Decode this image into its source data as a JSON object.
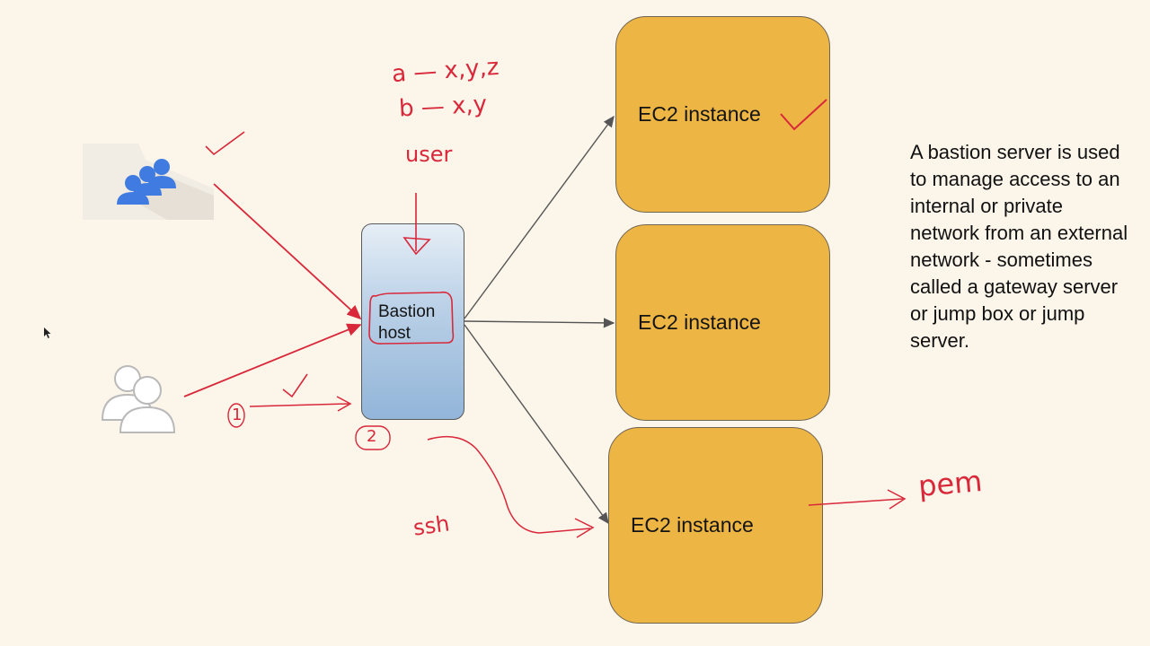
{
  "diagram": {
    "bastion_label": "Bastion host",
    "ec2_instances": [
      {
        "label": "EC2 instance"
      },
      {
        "label": "EC2 instance"
      },
      {
        "label": "EC2 instance"
      }
    ],
    "description": "A bastion server is used to manage access to an internal or private network from an external network - sometimes called a gateway server or jump box or jump server.",
    "annotations": {
      "line_a": "a — x,y,z",
      "line_b": "b — x,y",
      "user": "user",
      "step1": "1",
      "step2": "2",
      "ssh": "ssh",
      "pem": "pem"
    },
    "icons": [
      "users-group-icon",
      "users-outline-icon",
      "cursor-icon"
    ],
    "colors": {
      "background": "#fcf5ea",
      "ec2_fill": "#edb544",
      "annotation": "#d8283a",
      "connector": "#555555"
    }
  }
}
